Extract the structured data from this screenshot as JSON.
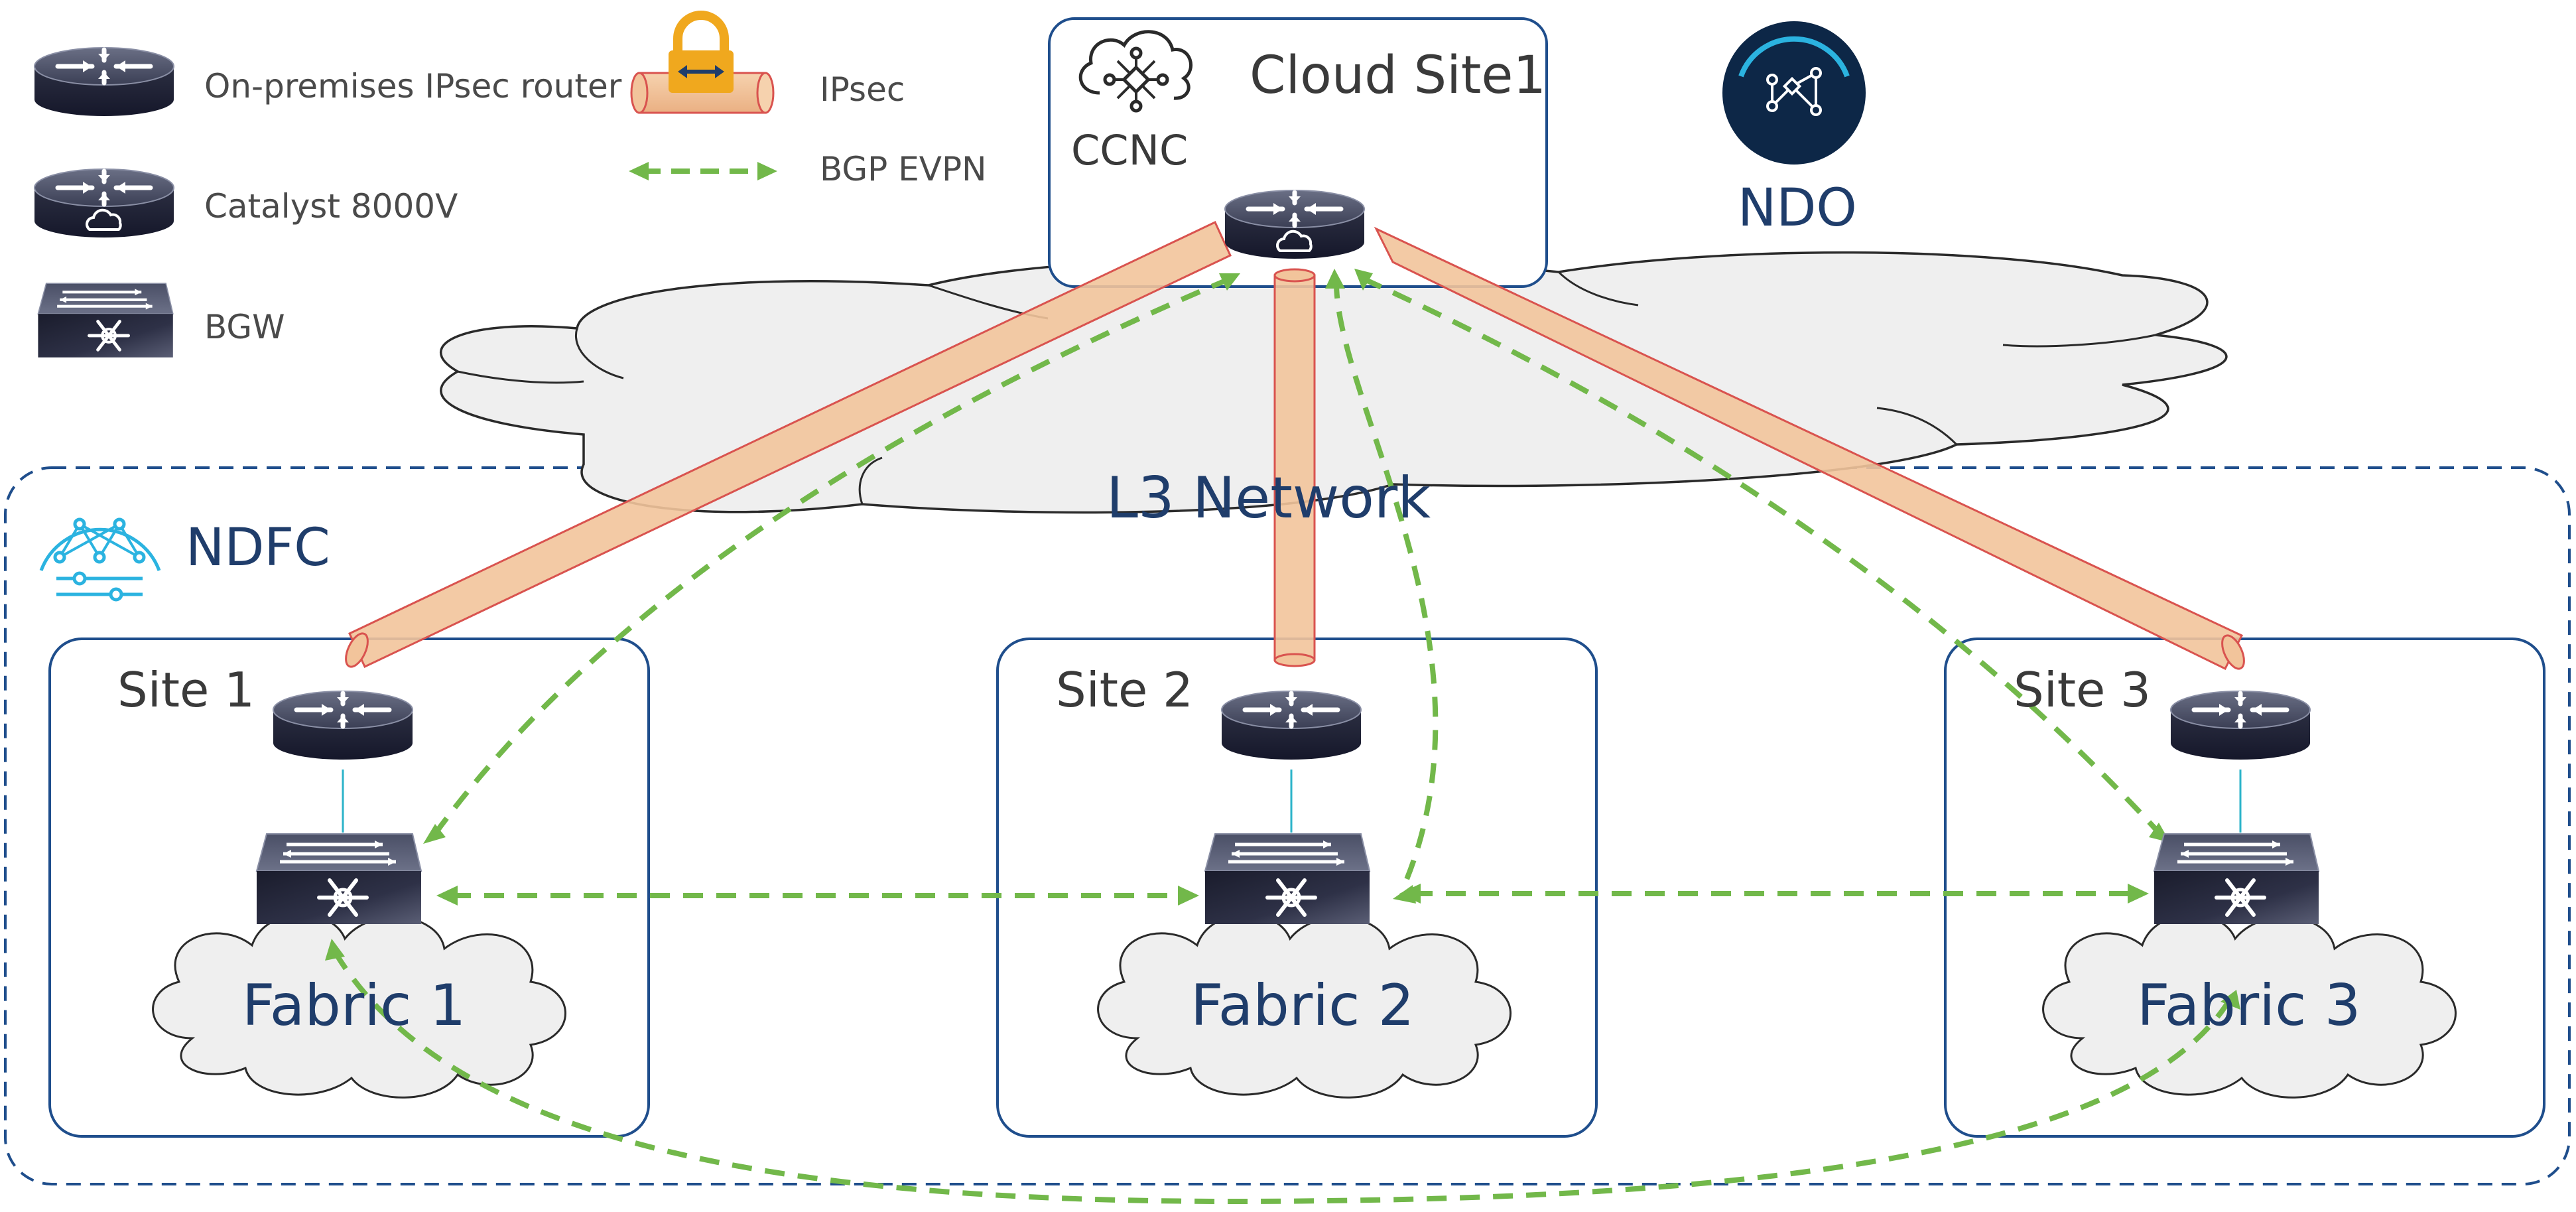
{
  "legend": {
    "router_label": "On-premises IPsec router",
    "catalyst_label": "Catalyst 8000V",
    "bgw_label": "BGW",
    "ipsec_label": "IPsec",
    "bgp_label": "BGP EVPN"
  },
  "cloud_site": {
    "title": "Cloud Site1",
    "controller": "CCNC"
  },
  "ndo": {
    "label": "NDO"
  },
  "network": {
    "label": "L3 Network"
  },
  "ndfc": {
    "label": "NDFC"
  },
  "sites": [
    {
      "label": "Site 1",
      "fabric": "Fabric 1"
    },
    {
      "label": "Site 2",
      "fabric": "Fabric 2"
    },
    {
      "label": "Site 3",
      "fabric": "Fabric 3"
    }
  ],
  "colors": {
    "frame": "#1f4e8c",
    "tunnel_fill": "#f2c49b",
    "tunnel_stroke": "#d9534f",
    "evpn": "#72b84a",
    "cloud_fill": "#efefef",
    "device_dark": "#2d3145",
    "ndfc_icon": "#2bb3e0",
    "ndo_bg": "#0d2747"
  }
}
